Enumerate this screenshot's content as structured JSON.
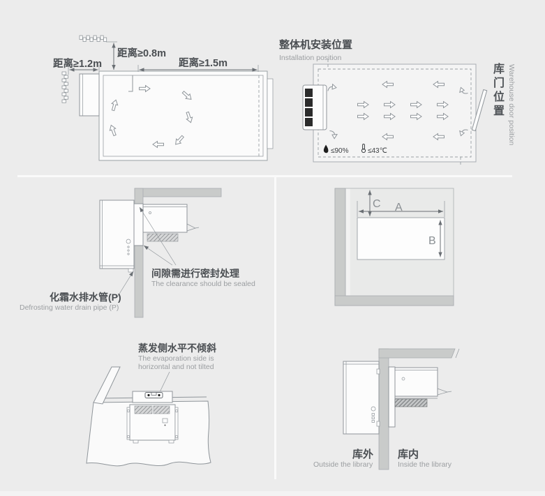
{
  "top_left": {
    "dim_left_label": "距离≥1.2m",
    "dim_top_label": "距离≥0.8m",
    "dim_right_label": "距离≥1.5m"
  },
  "top_right": {
    "title_zh": "整体机安装位置",
    "title_en": "Installation position",
    "door_zh": "库门位置",
    "door_en": "Warehouse door position",
    "humidity_limit": "≤90%",
    "temp_limit": "≤43℃"
  },
  "mid_left": {
    "seal_zh": "间隙需进行密封处理",
    "seal_en": "The clearance should be sealed",
    "drain_zh": "化霜水排水管(P)",
    "drain_en": "Defrosting water drain pipe (P)"
  },
  "mid_right": {
    "dim_a": "A",
    "dim_b": "B",
    "dim_c": "C"
  },
  "bottom_mid": {
    "level_zh": "蒸发侧水平不倾斜",
    "level_en_1": "The evaporation side is",
    "level_en_2": "horizontal and not tilted"
  },
  "bottom_right": {
    "outside_zh": "库外",
    "outside_en": "Outside the library",
    "inside_zh": "库内",
    "inside_en": "Inside the library"
  },
  "colors": {
    "background": "#ececec",
    "divider": "#fafafa",
    "wall_gray": "#c9cbca",
    "line_gray": "#8f959a",
    "text_dark": "#4a4e52",
    "text_light": "#9b9ea1",
    "grille_dark": "#2b2b2b"
  }
}
